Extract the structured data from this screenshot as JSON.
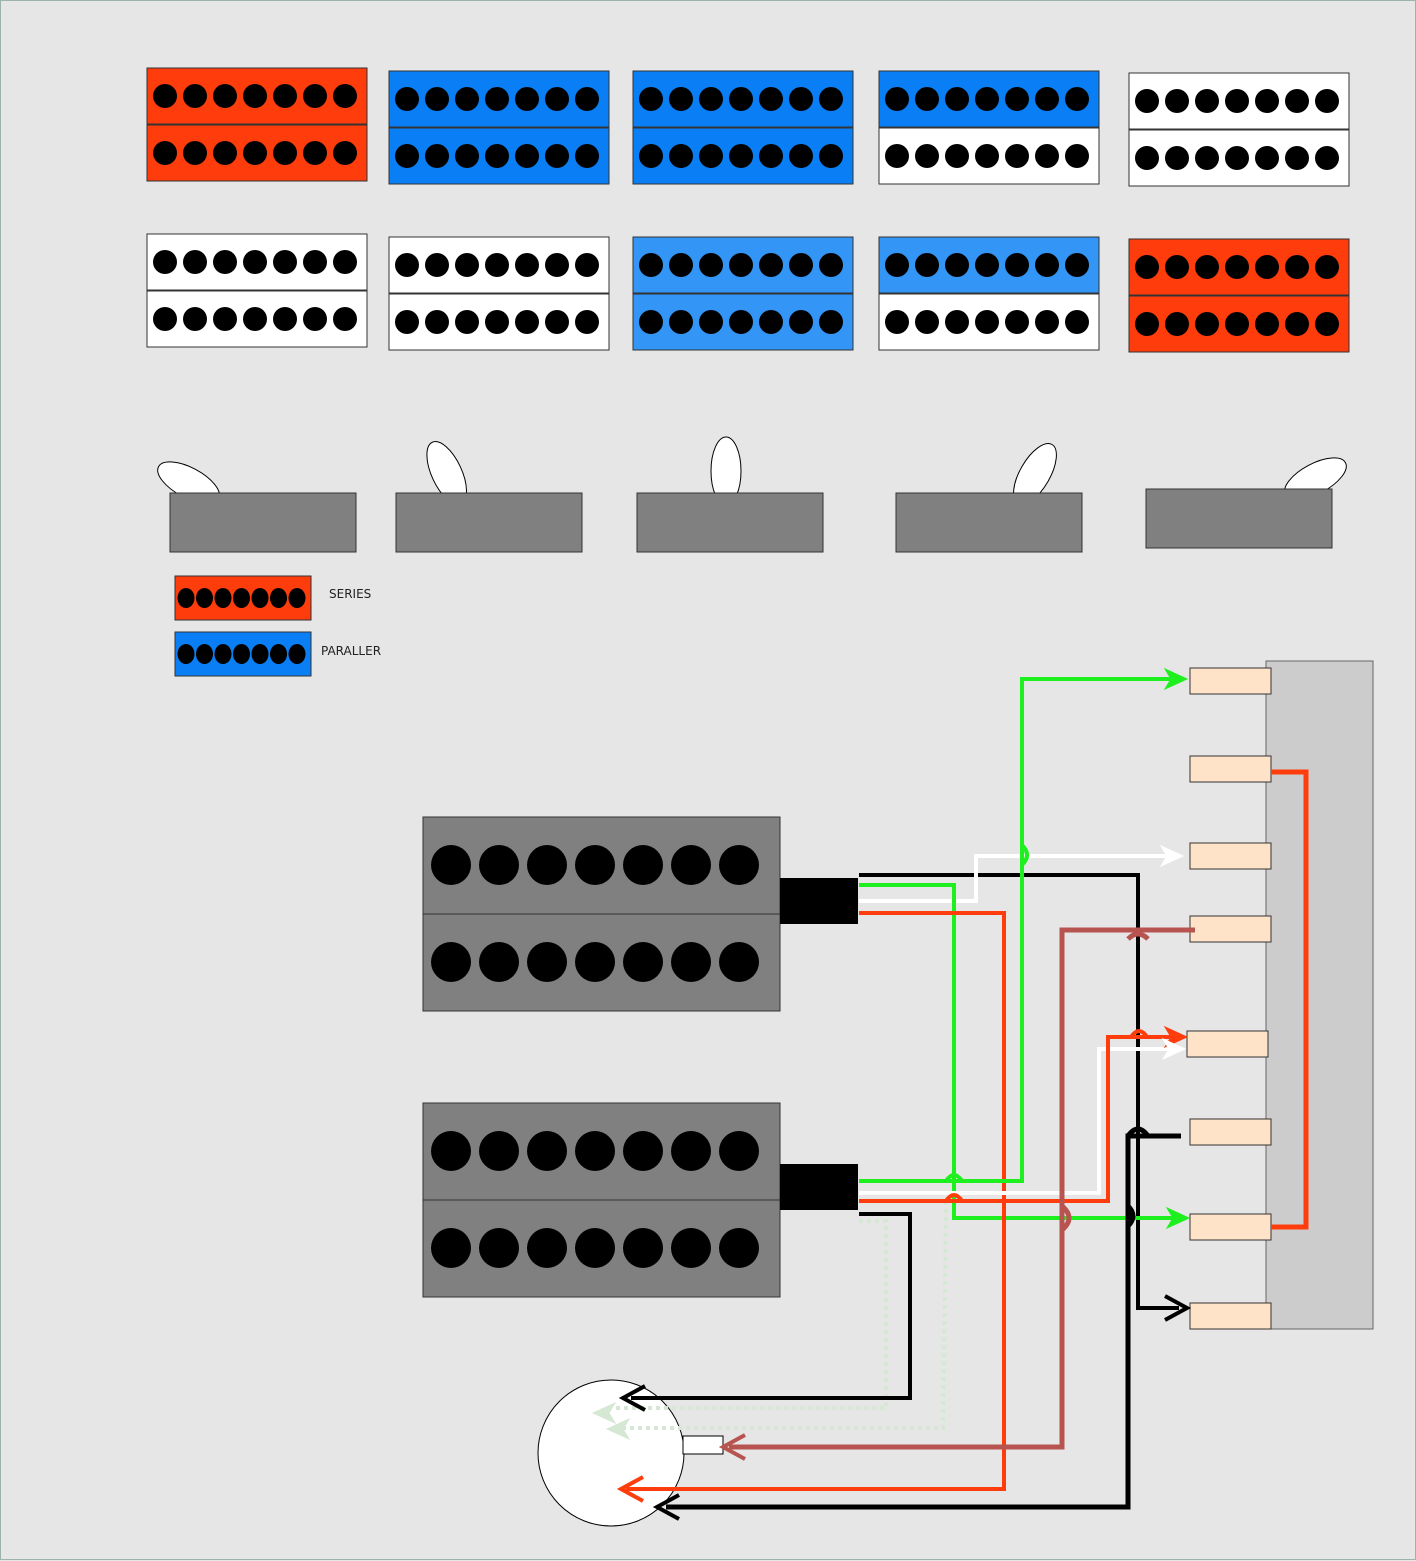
{
  "colors": {
    "background": "#e6e6e6",
    "series": "#ff3d0c",
    "parallel": "#0a7ff5",
    "parallel_light": "#3395f5",
    "coil_off": "#ffffff",
    "pickup_body": "#808080",
    "switch_body": "#808080",
    "terminal": "#ffe3c8",
    "switch_panel": "#cccccc",
    "wire_green": "#1eef1e",
    "wire_red": "#ff3d0c",
    "wire_brown": "#b85450",
    "wire_white": "#ffffff",
    "wire_black": "#000000"
  },
  "positions": [
    {
      "name": "position-1-bridge",
      "top": "series",
      "bottom": "series"
    },
    {
      "name": "position-1-neck",
      "top": "off",
      "bottom": "off"
    },
    {
      "name": "position-2-bridge",
      "top": "parallel",
      "bottom": "parallel"
    },
    {
      "name": "position-2-neck",
      "top": "off",
      "bottom": "off"
    },
    {
      "name": "position-3-bridge",
      "top": "parallel",
      "bottom": "parallel"
    },
    {
      "name": "position-3-neck",
      "top": "parallel_light",
      "bottom": "parallel_light"
    },
    {
      "name": "position-4-bridge",
      "top": "parallel",
      "bottom": "off"
    },
    {
      "name": "position-4-neck",
      "top": "parallel_light",
      "bottom": "off"
    },
    {
      "name": "position-5-bridge",
      "top": "off",
      "bottom": "off"
    },
    {
      "name": "position-5-neck",
      "top": "series",
      "bottom": "series"
    }
  ],
  "switch_positions": [
    {
      "name": "toggle-position-1",
      "lever": "far-left"
    },
    {
      "name": "toggle-position-2",
      "lever": "left"
    },
    {
      "name": "toggle-position-3",
      "lever": "center"
    },
    {
      "name": "toggle-position-4",
      "lever": "right"
    },
    {
      "name": "toggle-position-5",
      "lever": "far-right"
    }
  ],
  "legend": {
    "series_label": "SERIES",
    "parallel_label": "PARALLER"
  },
  "pickups": [
    {
      "name": "neck-humbucker",
      "poles_per_coil": 7
    },
    {
      "name": "bridge-humbucker",
      "poles_per_coil": 7
    }
  ],
  "terminal_count": 8
}
